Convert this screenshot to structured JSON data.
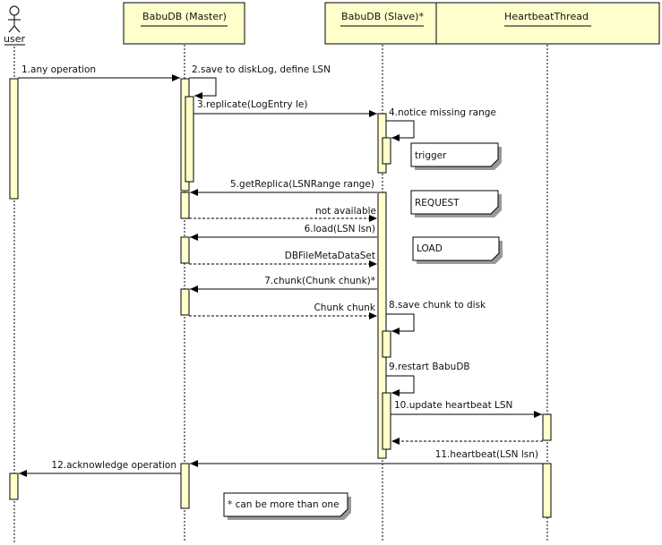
{
  "diagram": {
    "type": "sequence",
    "colors": {
      "lifeline_box_fill": "#ffffcc",
      "activation_fill": "#ffffcc",
      "line": "#000000",
      "note_fill": "#ffffff",
      "note_shadow": "#999999"
    },
    "actor": {
      "id": "user",
      "label": "user",
      "icon": "stick-figure-icon"
    },
    "participants": [
      {
        "id": "master",
        "label": "BabuDB (Master)"
      },
      {
        "id": "slave",
        "label": "BabuDB (Slave)*"
      },
      {
        "id": "heartbeat",
        "label": "HeartbeatThread"
      }
    ],
    "messages": [
      {
        "n": 1,
        "label": "1.any operation",
        "from": "user",
        "to": "master",
        "kind": "sync"
      },
      {
        "n": 2,
        "label": "2.save to diskLog, define LSN",
        "from": "master",
        "to": "master",
        "kind": "self"
      },
      {
        "n": 3,
        "label": "3.replicate(LogEntry le)",
        "from": "master",
        "to": "slave",
        "kind": "sync"
      },
      {
        "n": 4,
        "label": "4.notice missing range",
        "from": "slave",
        "to": "slave",
        "kind": "self"
      },
      {
        "n": 5,
        "label": "5.getReplica(LSNRange range)",
        "from": "slave",
        "to": "master",
        "kind": "sync"
      },
      {
        "n": 0,
        "label": "not available",
        "from": "master",
        "to": "slave",
        "kind": "return"
      },
      {
        "n": 6,
        "label": "6.load(LSN lsn)",
        "from": "slave",
        "to": "master",
        "kind": "sync"
      },
      {
        "n": 0,
        "label": "DBFileMetaDataSet",
        "from": "master",
        "to": "slave",
        "kind": "return"
      },
      {
        "n": 7,
        "label": "7.chunk(Chunk chunk)*",
        "from": "slave",
        "to": "master",
        "kind": "sync"
      },
      {
        "n": 0,
        "label": "Chunk chunk",
        "from": "master",
        "to": "slave",
        "kind": "return"
      },
      {
        "n": 8,
        "label": "8.save chunk to disk",
        "from": "slave",
        "to": "slave",
        "kind": "self"
      },
      {
        "n": 9,
        "label": "9.restart BabuDB",
        "from": "slave",
        "to": "slave",
        "kind": "self"
      },
      {
        "n": 10,
        "label": "10.update heartbeat LSN",
        "from": "slave",
        "to": "heartbeat",
        "kind": "sync"
      },
      {
        "n": 0,
        "label": "",
        "from": "heartbeat",
        "to": "slave",
        "kind": "return"
      },
      {
        "n": 11,
        "label": "11.heartbeat(LSN lsn)",
        "from": "heartbeat",
        "to": "master",
        "kind": "sync"
      },
      {
        "n": 12,
        "label": "12.acknowledge operation",
        "from": "master",
        "to": "user",
        "kind": "sync"
      }
    ],
    "notes": [
      {
        "id": "trigger",
        "text": "trigger"
      },
      {
        "id": "request",
        "text": "REQUEST"
      },
      {
        "id": "load",
        "text": "LOAD"
      },
      {
        "id": "footnote",
        "text": "* can be more than one"
      }
    ]
  }
}
